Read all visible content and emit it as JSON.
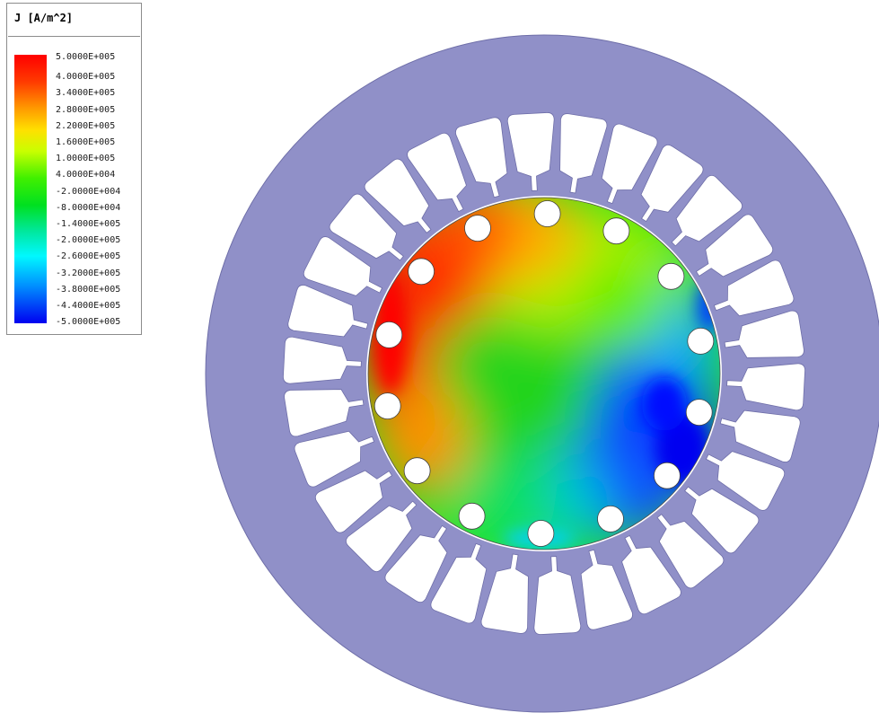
{
  "legend": {
    "title": "J [A/m^2]",
    "ticks": [
      "5.0000E+005",
      "4.0000E+005",
      "3.4000E+005",
      "2.8000E+005",
      "2.2000E+005",
      "1.6000E+005",
      "1.0000E+005",
      "4.0000E+004",
      "-2.0000E+004",
      "-8.0000E+004",
      "-1.4000E+005",
      "-2.0000E+005",
      "-2.6000E+005",
      "-3.2000E+005",
      "-3.8000E+005",
      "-4.4000E+005",
      "-5.0000E+005"
    ],
    "colors": [
      "#ff0000",
      "#ff6a00",
      "#ffae00",
      "#e8ff00",
      "#86ff00",
      "#00e600",
      "#00ffb0",
      "#00c8ff",
      "#0060ff",
      "#0000ff"
    ]
  },
  "motor": {
    "stator_color": "#9090c8",
    "slot_count": 30,
    "rotor_bar_count": 14
  }
}
